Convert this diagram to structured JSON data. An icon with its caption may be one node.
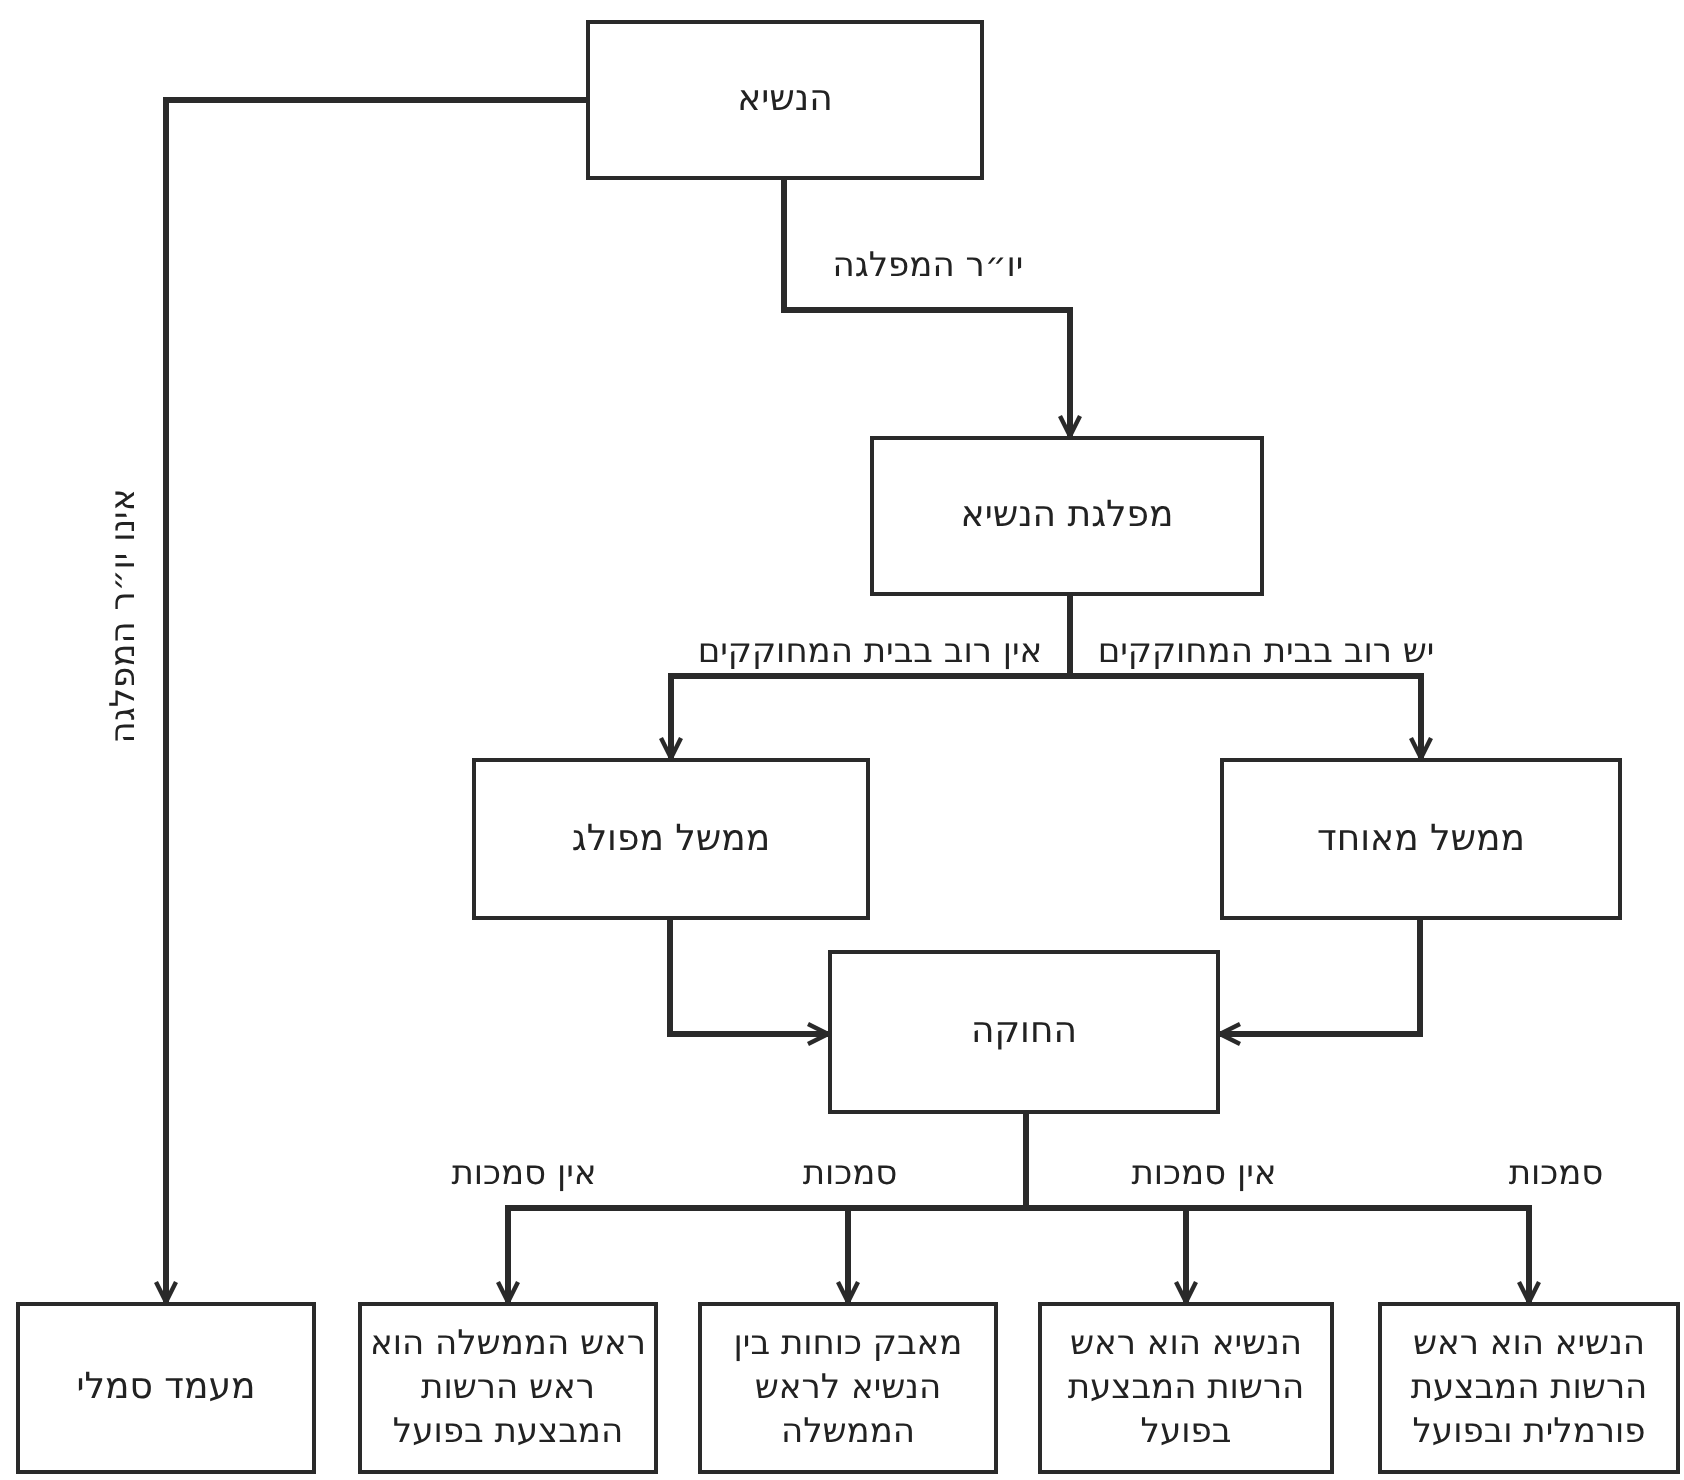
{
  "diagram": {
    "nodes": [
      {
        "text": [
          "הנשיא"
        ]
      },
      {
        "text": [
          "מפלגת הנשיא"
        ]
      },
      {
        "text": [
          "ממשל מפולג"
        ]
      },
      {
        "text": [
          "ממשל מאוחד"
        ]
      },
      {
        "text": [
          "החוקה"
        ]
      },
      {
        "text": [
          "מעמד סמלי"
        ]
      },
      {
        "text": [
          "ראש הממשלה הוא ראש הרשות המבצעת בפועל"
        ]
      },
      {
        "text": [
          "מאבק כוחות בין הנשיא לראש הממשלה"
        ]
      },
      {
        "text": [
          "הנשיא הוא ראש הרשות המבצעת בפועל"
        ]
      },
      {
        "text": [
          "הנשיא הוא ראש הרשות המבצעת פורמלית ובפועל"
        ]
      }
    ],
    "edges": [
      {
        "from": 0,
        "to": 5,
        "arrow": "to",
        "label": "אינו יו״ר המפלגה"
      },
      {
        "from": 0,
        "to": 1,
        "arrow": "to",
        "label": "יו״ר המפלגה"
      },
      {
        "from": 1,
        "to": 2,
        "arrow": "to",
        "label": "אין רוב בבית המחוקקים"
      },
      {
        "from": 1,
        "to": 3,
        "arrow": "to",
        "label": "יש רוב בבית המחוקקים"
      },
      {
        "from": 2,
        "to": 4,
        "arrow": "to"
      },
      {
        "from": 3,
        "to": 4,
        "arrow": "to"
      },
      {
        "from": 4,
        "to": 6,
        "arrow": "to",
        "label": "אין סמכות"
      },
      {
        "from": 4,
        "to": 7,
        "arrow": "to",
        "label": "סמכות"
      },
      {
        "from": 4,
        "to": 8,
        "arrow": "to",
        "label": "אין סמכות"
      },
      {
        "from": 4,
        "to": 9,
        "arrow": "to",
        "label": "סמכות"
      }
    ]
  }
}
